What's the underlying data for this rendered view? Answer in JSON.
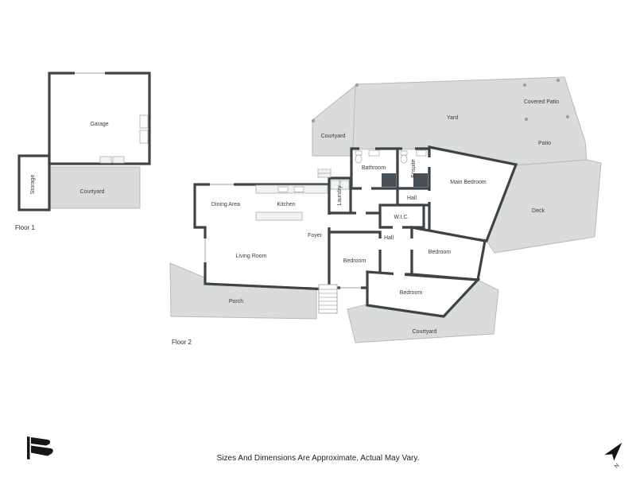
{
  "floor1": {
    "label": "Floor 1",
    "rooms": {
      "garage": "Garage",
      "storage": "Storage",
      "courtyard": "Courtyard"
    }
  },
  "floor2": {
    "label": "Floor 2",
    "outdoor": {
      "courtyard_top": "Courtyard",
      "yard": "Yard",
      "covered_patio": "Covered Patio",
      "patio": "Patio",
      "deck": "Deck",
      "porch": "Porch",
      "courtyard_bottom": "Courtyard"
    },
    "rooms": {
      "dining": "Dining Area",
      "kitchen": "Kitchen",
      "living": "Living Room",
      "foyer": "Foyer",
      "laundry": "Laundry",
      "bathroom": "Bathroom",
      "ensuite": "Ensuite",
      "hall_upper": "Hall",
      "wic": "W.I.C.",
      "hall_lower": "Hall",
      "main_bedroom": "Main Bedroom",
      "bedroom_1": "Bedroom",
      "bedroom_2": "Bedroom",
      "bedroom_3": "Bedroom"
    }
  },
  "footer": {
    "disclaimer": "Sizes And Dimensions Are Approximate, Actual May Vary."
  },
  "compass": {
    "north": "N"
  },
  "colors": {
    "wall": "#3e4347",
    "outdoor_fill": "#d9dcdb",
    "outdoor_stroke": "#b5bab9",
    "label": "#3a3a3a"
  }
}
